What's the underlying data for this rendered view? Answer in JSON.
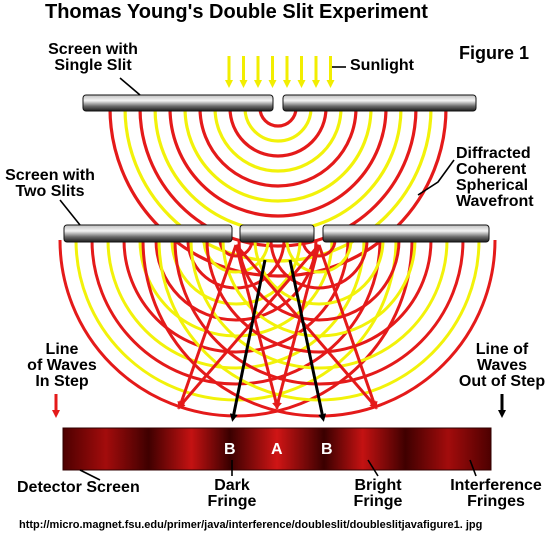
{
  "title": "Thomas Young's Double Slit Experiment",
  "figure_label": "Figure 1",
  "labels": {
    "screen_single_slit": [
      "Screen with",
      "Single Slit"
    ],
    "sunlight": "Sunlight",
    "diffracted": [
      "Diffracted",
      "Coherent",
      "Spherical",
      "Wavefront"
    ],
    "screen_two_slits": [
      "Screen with",
      "Two Slits"
    ],
    "line_in_step": [
      "Line",
      "of Waves",
      "In Step"
    ],
    "line_out_of_step": [
      "Line of",
      "Waves",
      "Out of Step"
    ],
    "detector_screen": "Detector Screen",
    "dark_fringe": [
      "Dark",
      "Fringe"
    ],
    "bright_fringe": [
      "Bright",
      "Fringe"
    ],
    "interference_fringes": [
      "Interference",
      "Fringes"
    ]
  },
  "screen_letters": [
    "B",
    "A",
    "B"
  ],
  "source_url": "http://micro.magnet.fsu.edu/primer/java/interference/doubleslit/doubleslitjavafigure1. jpg",
  "colors": {
    "wave_red": "#e41a1a",
    "wave_yellow": "#f2f20a",
    "arrow_yellow": "#f2ee00",
    "screen_dark": "#4d0000",
    "screen_bright": "#c41212",
    "slit_dark": "#2a2a2a",
    "slit_light": "#dddddd"
  }
}
